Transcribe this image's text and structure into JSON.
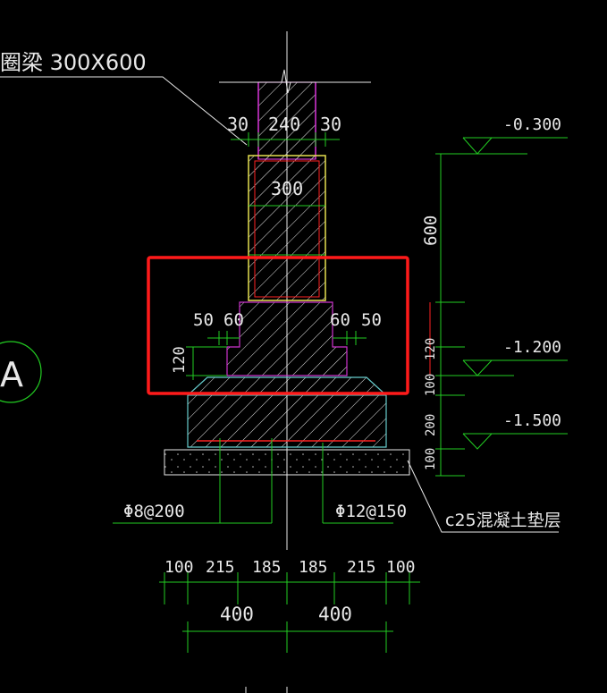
{
  "beam_label": "圈梁 300X600",
  "wall": {
    "left_offset": "30",
    "thickness": "240",
    "right_offset": "30"
  },
  "beam_height_label": "300",
  "elevations": [
    "-0.300",
    "-1.200",
    "-1.500"
  ],
  "vertical_dims": [
    "600",
    "120",
    "100",
    "200",
    "100"
  ],
  "step_dims": {
    "left_outer": "50",
    "left_inner": "60",
    "right_inner": "60",
    "right_outer": "50",
    "step_height": "120"
  },
  "rebar_left": "Φ8@200",
  "rebar_right": "Φ12@150",
  "cushion_label": "c25混凝土垫层",
  "axis_label": "A",
  "bottom_dims_row1": [
    "100",
    "215",
    "185",
    "185",
    "215",
    "100"
  ],
  "bottom_dims_row2": [
    "400",
    "400"
  ],
  "colors": {
    "background": "#000000",
    "dim_green": "#22cc22",
    "outline_white": "#e8e8e8",
    "magenta": "#cc33cc",
    "red": "#ff2222",
    "yellow": "#e6e050",
    "cyan": "#66cccc",
    "highlight_red": "#ff1a1a"
  }
}
